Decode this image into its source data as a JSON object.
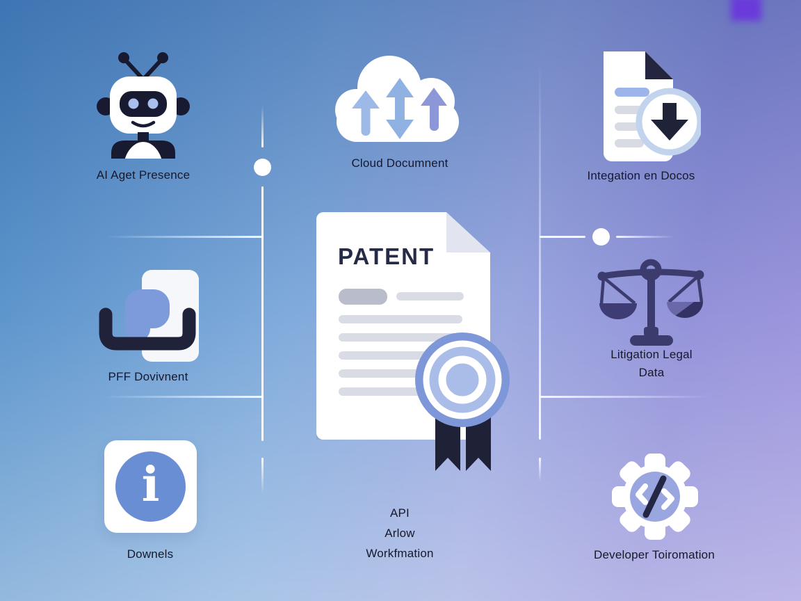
{
  "page": {
    "title": "Patent AI feature illustration"
  },
  "colors": {
    "background_left_blue": "#4f8dc7",
    "background_right_purple": "#8f8ed8",
    "icon_dark_navy": "#1f2237",
    "icon_blue": "#7d9bda",
    "icon_light_blue": "#aabde8",
    "icon_periwinkle": "#9aa6e0",
    "icon_indigo": "#3c3b6e",
    "info_circle_blue": "#6a8ed3",
    "divider_white": "#ffffff",
    "corner_purple": "#6a36dd"
  },
  "cells": {
    "ai_agent": {
      "icon": "robot-icon",
      "label": "AI Aget Presence"
    },
    "cloud_document": {
      "icon": "cloud-sync-arrows-icon",
      "label": "Cloud Documnent"
    },
    "integration_docs": {
      "icon": "document-download-icon",
      "label": "Integation en Docos"
    },
    "pdf_document": {
      "icon": "pdf-document-icon",
      "label": "PFF Dovivnent"
    },
    "patent": {
      "icon": "patent-certificate-seal-icon",
      "title": "PATENT"
    },
    "litigation": {
      "icon": "scales-of-justice-icon",
      "label_line1": "Litigation Legal",
      "label_line2": "Data"
    },
    "info": {
      "icon": "info-icon",
      "label": "Downels",
      "glyph": "i"
    },
    "api_workflow": {
      "line1": "API",
      "line2": "Arlow",
      "line3": "Workfmation"
    },
    "developer": {
      "icon": "gear-code-icon",
      "label": "Developer Toiromation"
    }
  }
}
